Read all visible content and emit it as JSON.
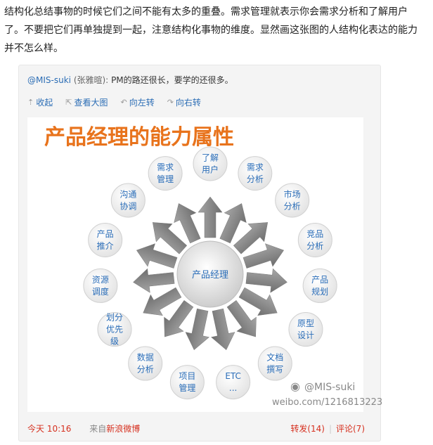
{
  "post": {
    "text": "结构化总结事物的时候它们之间不能有太多的重叠。需求管理就表示你会需求分析和了解用户了。不要把它们再单独提到一起，注意结构化事物的维度。显然画这张图的人结构化表达的能力并不怎么样。"
  },
  "repost": {
    "nick": "@MIS-suki",
    "real_name": "(张雅暄):",
    "text": "PM的路还很长，要学的还很多。"
  },
  "tools": {
    "collapse": "收起",
    "view_large": "查看大图",
    "rotate_left": "向左转",
    "rotate_right": "向右转"
  },
  "diagram": {
    "title": "产品经理的能力属性",
    "center": "产品经理",
    "nodes": [
      [
        "了解",
        "用户"
      ],
      [
        "需求",
        "分析"
      ],
      [
        "市场",
        "分析"
      ],
      [
        "竞品",
        "分析"
      ],
      [
        "产品",
        "规划"
      ],
      [
        "原型",
        "设计"
      ],
      [
        "文档",
        "撰写"
      ],
      [
        "ETC",
        "..."
      ],
      [
        "项目",
        "管理"
      ],
      [
        "数据",
        "分析"
      ],
      [
        "划分",
        "优先",
        "级"
      ],
      [
        "资源",
        "调度"
      ],
      [
        "产品",
        "推介"
      ],
      [
        "沟通",
        "协调"
      ],
      [
        "需求",
        "管理"
      ]
    ],
    "watermark_handle": "@MIS-suki",
    "watermark_url": "weibo.com/1216813223",
    "colors": {
      "title": "#e8731c",
      "arrow": "#8c8c8c",
      "node_text": "#2a6db8"
    }
  },
  "meta": {
    "time": "今天 10:16",
    "from_label": "来自",
    "from_source": "新浪微博",
    "repost": "转发(14)",
    "comment": "评论(7)"
  }
}
